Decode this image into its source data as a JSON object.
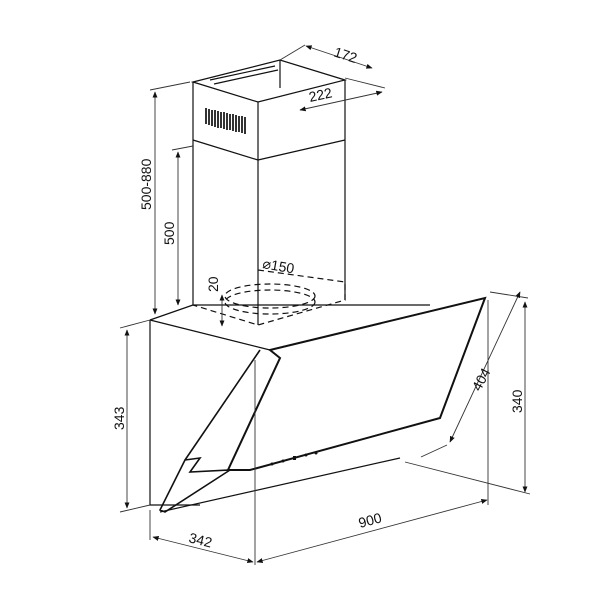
{
  "diagram": {
    "type": "technical dimension drawing",
    "subject": "Angled glass wall-mounted range hood",
    "units": "mm",
    "dimensions": {
      "chimney_depth": "172",
      "chimney_width": "222",
      "total_height_range": "500-880",
      "chimney_height": "500",
      "outlet_diameter": "⌀150",
      "outlet_offset": "20",
      "body_back_height": "343",
      "glass_panel_length": "404",
      "front_height": "340",
      "depth": "342",
      "width": "900"
    },
    "colors": {
      "line": "#111111",
      "background": "#ffffff"
    }
  }
}
